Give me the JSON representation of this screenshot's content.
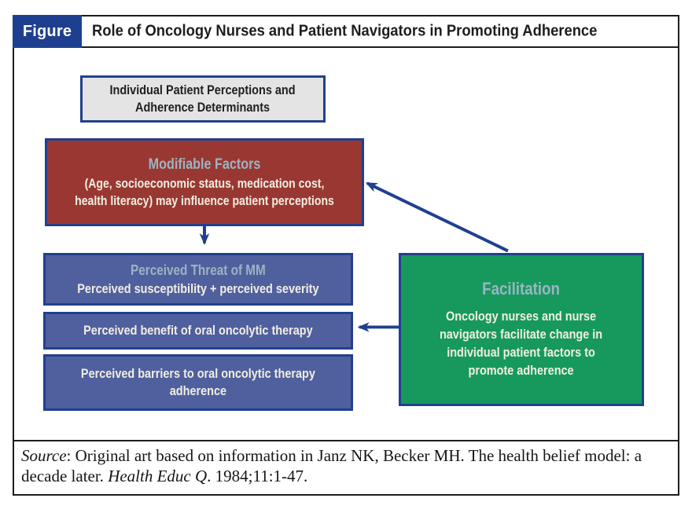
{
  "header": {
    "figure_label": "Figure",
    "title": "Role of Oncology Nurses and Patient Navigators in Promoting Adherence"
  },
  "diagram": {
    "determinants_box": {
      "text": "Individual Patient Perceptions and\nAdherence Determinants"
    },
    "modifiable_box": {
      "heading": "Modifiable Factors",
      "body": "(Age, socioeconomic status, medication cost,\nhealth literacy) may influence patient perceptions"
    },
    "threat_box": {
      "heading": "Perceived Threat of MM",
      "body": "Perceived susceptibility + perceived severity"
    },
    "benefit_box": {
      "text": "Perceived benefit of oral oncolytic therapy"
    },
    "barriers_box": {
      "text": "Perceived barriers to oral oncolytic therapy\nadherence"
    },
    "facilitation_box": {
      "heading": "Facilitation",
      "body": "Oncology nurses and nurse\nnavigators facilitate change in\nindividual patient factors to\npromote adherence"
    }
  },
  "footer": {
    "source_label": "Source",
    "text_1": ": Original art based on information in Janz NK, Becker MH. The health belief model: a decade later. ",
    "journal": "Health Educ Q",
    "text_2": ". 1984;11:1-47."
  },
  "colors": {
    "navy": "#1e3f8f",
    "frame_black": "#1c1c1c",
    "maroon": "#993832",
    "slate_blue": "#50609e",
    "green": "#17995e",
    "light_gray": "#e4e4e4",
    "heading_light_blue": "#9bb4c1",
    "body_cream": "#f2eee3"
  }
}
